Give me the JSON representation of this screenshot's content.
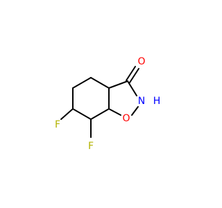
{
  "molecule": {
    "atoms": {
      "oxygen_carbonyl": {
        "symbol": "O",
        "color": "#ff0000"
      },
      "nitrogen": {
        "symbol": "N",
        "color": "#0000ff"
      },
      "hydrogen_on_n": {
        "symbol": "H",
        "color": "#0000ff"
      },
      "oxygen_ring": {
        "symbol": "O",
        "color": "#ff0000"
      },
      "fluorine_1": {
        "symbol": "F",
        "color": "#b3b300"
      },
      "fluorine_2": {
        "symbol": "F",
        "color": "#b3b300"
      }
    },
    "bond_color": "#000000"
  }
}
